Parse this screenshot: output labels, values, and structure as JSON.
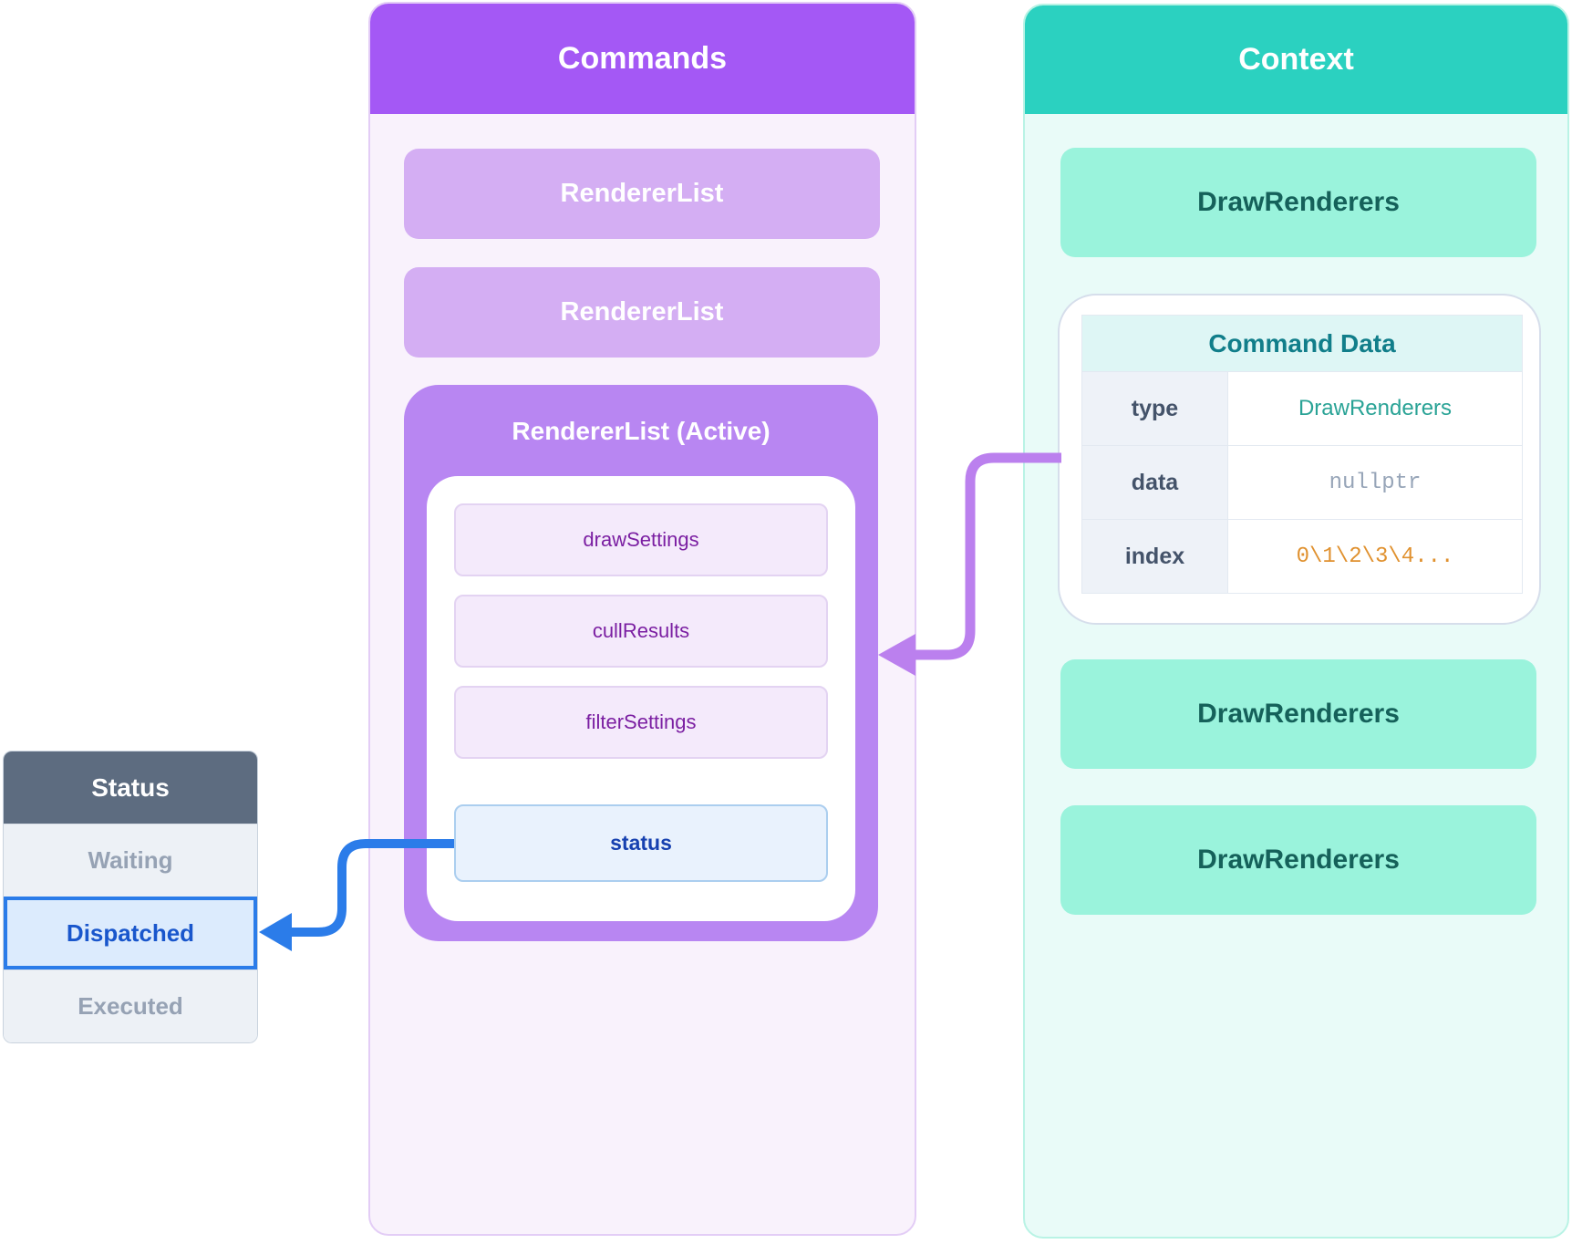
{
  "commands": {
    "title": "Commands",
    "items": [
      "RendererList",
      "RendererList"
    ],
    "active": {
      "title": "RendererList (Active)",
      "props": [
        "drawSettings",
        "cullResults",
        "filterSettings"
      ],
      "status_prop": "status"
    }
  },
  "status_table": {
    "title": "Status",
    "rows": [
      {
        "label": "Waiting",
        "state": "muted"
      },
      {
        "label": "Dispatched",
        "state": "active"
      },
      {
        "label": "Executed",
        "state": "muted"
      }
    ]
  },
  "context": {
    "title": "Context",
    "items": [
      "DrawRenderers",
      "DrawRenderers",
      "DrawRenderers"
    ],
    "command_data": {
      "title": "Command Data",
      "rows": [
        {
          "key": "type",
          "value": "DrawRenderers"
        },
        {
          "key": "data",
          "value": "nullptr"
        },
        {
          "key": "index",
          "value": "0\\1\\2\\3\\4..."
        }
      ]
    }
  },
  "colors": {
    "commands_header": "#a458f5",
    "commands_body": "#f9f2fc",
    "renderer_item": "#d4aef3",
    "active_panel": "#b886f2",
    "prop_bg": "#f4eafb",
    "prop_text": "#7b1fa2",
    "status_prop_bg": "#e9f2fd",
    "status_prop_text": "#1741b0",
    "arrow_blue": "#2b7ce9",
    "arrow_purple": "#bb80ee",
    "context_header": "#2bd1c0",
    "context_body": "#e9fbf8",
    "context_item": "#9af3dc",
    "context_item_text": "#15615a",
    "status_header_bg": "#5d6c80",
    "status_row_bg": "#edf1f6",
    "status_row_text": "#96a2b4",
    "dispatched_bg": "#dcebfd",
    "dispatched_text": "#1956cc",
    "cmd_header_bg": "#def6f5",
    "cmd_header_text": "#117e8a",
    "type_value_color": "#2aa396",
    "data_value_color": "#97a5b8",
    "index_value_color": "#e0912f"
  }
}
